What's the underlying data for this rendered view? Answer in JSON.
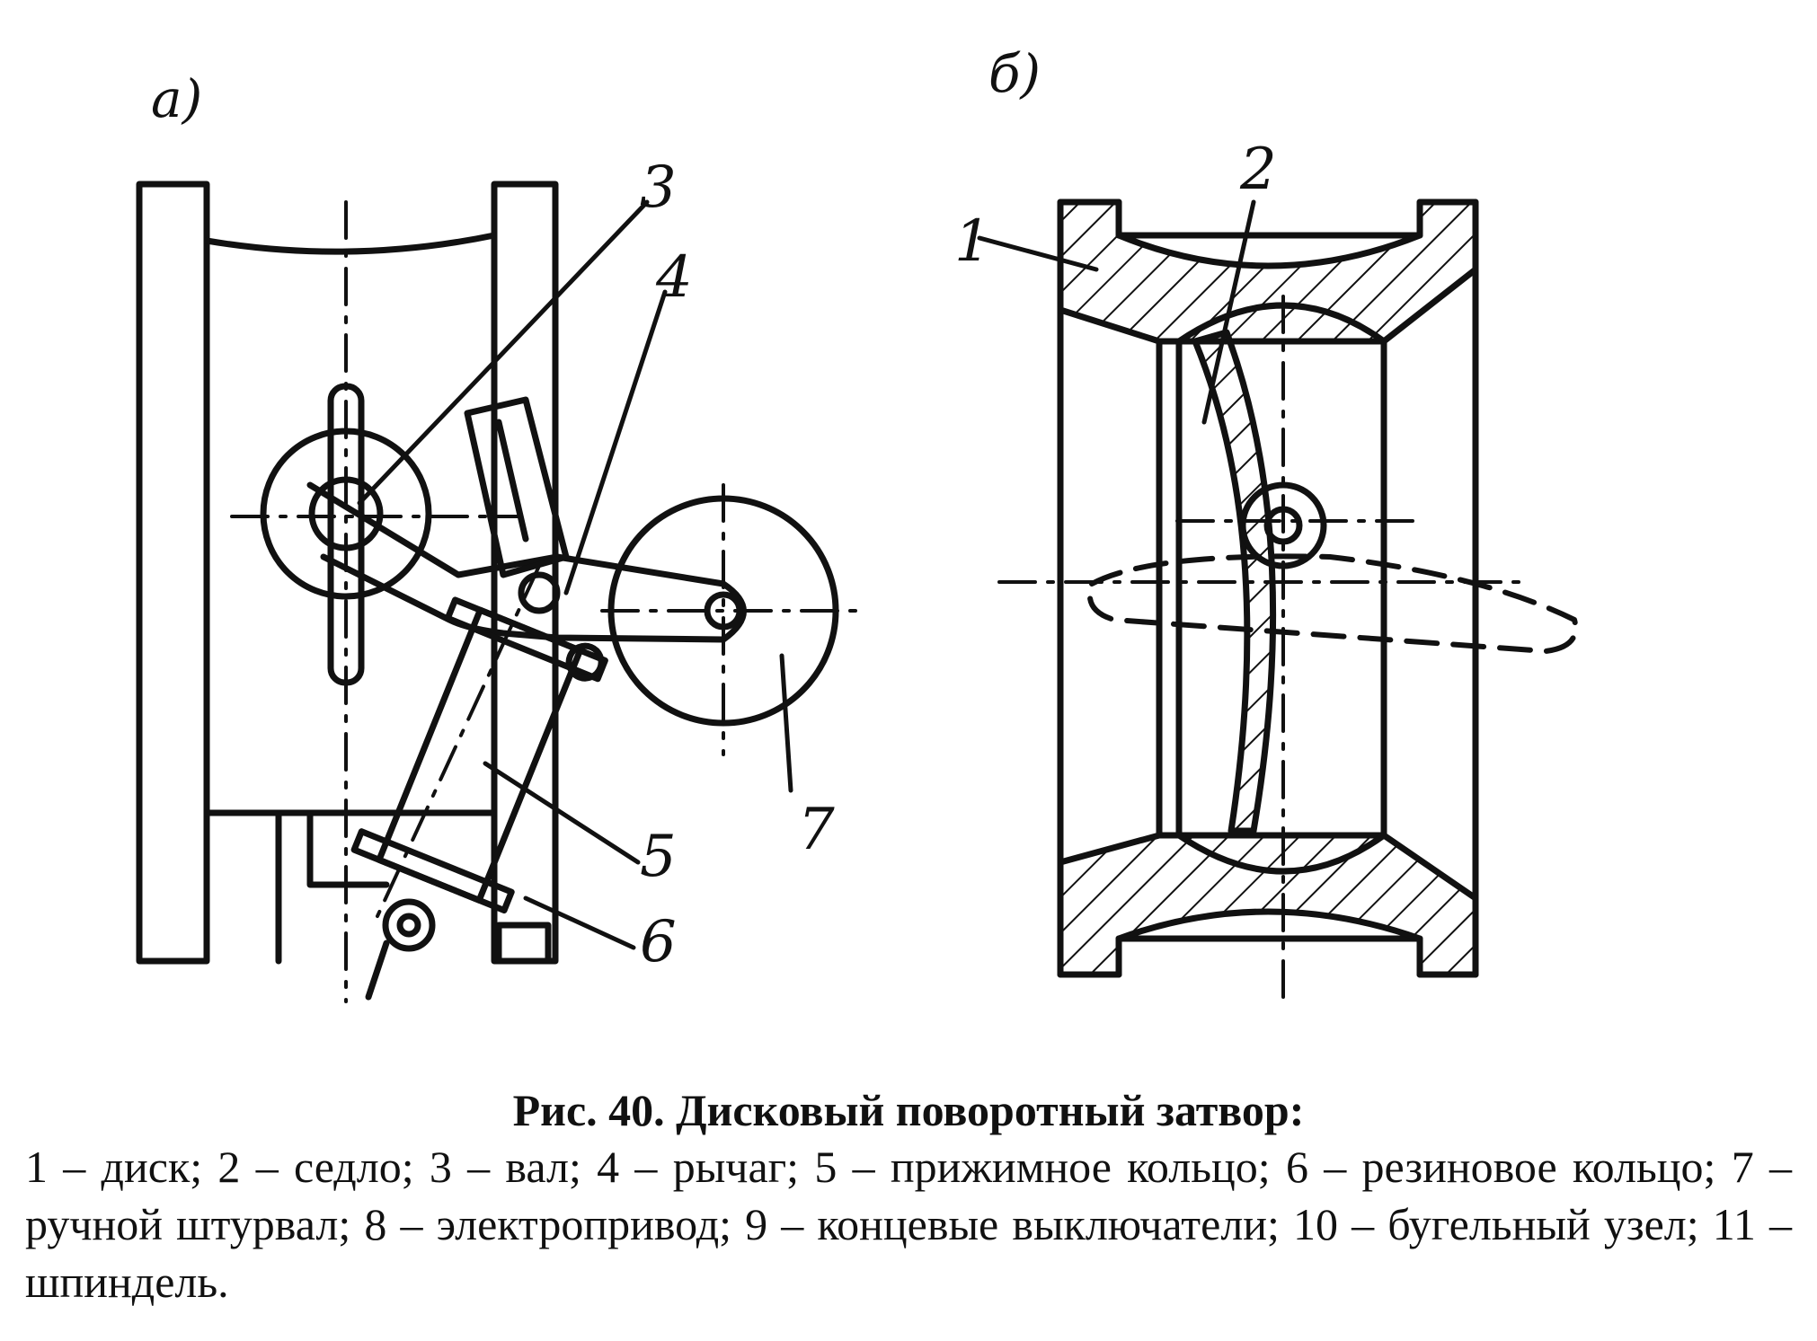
{
  "figure": {
    "panels": [
      {
        "id": "a",
        "label": "а)"
      },
      {
        "id": "b",
        "label": "б)"
      }
    ],
    "callouts": [
      "1",
      "2",
      "3",
      "4",
      "5",
      "6",
      "7"
    ]
  },
  "caption": {
    "title": "Рис. 40. Дисковый поворотный затвор:",
    "legend": "1 – диск; 2 – седло; 3 – вал; 4 – рычаг; 5 – прижимное кольцо; 6 – резиновое кольцо; 7 – ручной штурвал; 8 – электропривод; 9 – концевые выключатели; 10 – бугельный узел; 11 – шпиндель."
  }
}
